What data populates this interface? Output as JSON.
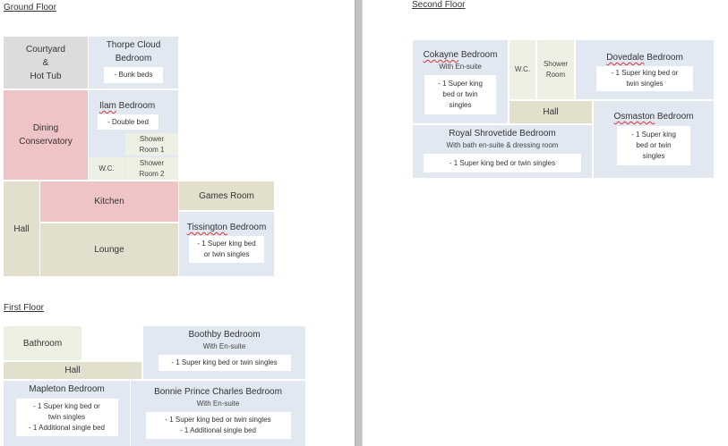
{
  "floors": {
    "ground": {
      "title": "Ground Floor",
      "courtyard": {
        "name": "Courtyard\n&\nHot Tub"
      },
      "thorpe": {
        "name": "Thorpe Cloud\nBedroom",
        "beds": "- Bunk beds"
      },
      "dining": {
        "name": "Dining\nConservatory"
      },
      "ilam": {
        "name": "Ilam Bedroom",
        "beds": "- Double bed"
      },
      "shower1": {
        "name": "Shower\nRoom 1"
      },
      "wc": {
        "name": "W.C."
      },
      "shower2": {
        "name": "Shower\nRoom 2"
      },
      "hall": {
        "name": "Hall"
      },
      "kitchen": {
        "name": "Kitchen"
      },
      "games": {
        "name": "Games Room"
      },
      "lounge": {
        "name": "Lounge"
      },
      "tissington": {
        "name": "Tissington Bedroom",
        "beds": "- 1 Super king bed\nor twin singles"
      }
    },
    "first": {
      "title": "First Floor",
      "bathroom": {
        "name": "Bathroom"
      },
      "hall": {
        "name": "Hall"
      },
      "boothby": {
        "name": "Boothby Bedroom",
        "sub": "With En-suite",
        "beds": "- 1 Super king bed or twin singles"
      },
      "mapleton": {
        "name": "Mapleton Bedroom",
        "beds": "- 1 Super king bed or\ntwin singles\n- 1 Additional single bed"
      },
      "bonnie": {
        "name": "Bonnie Prince Charles Bedroom",
        "sub": "With En-suite",
        "beds": "- 1 Super king bed or twin singles\n- 1 Additional single bed"
      }
    },
    "second": {
      "title": "Second Floor",
      "cokayne": {
        "name": "Cokayne Bedroom",
        "sub": "With En-suite",
        "beds": "- 1 Super king\nbed or twin\nsingles"
      },
      "wc": {
        "name": "W.C."
      },
      "shower": {
        "name": "Shower\nRoom"
      },
      "dovedale": {
        "name": "Dovedale Bedroom",
        "beds": "- 1 Super king bed or\ntwin singles"
      },
      "hall": {
        "name": "Hall"
      },
      "osmaston": {
        "name": "Osmaston Bedroom",
        "beds": "- 1 Super king\nbed or twin\nsingles"
      },
      "royal": {
        "name": "Royal Shrovetide Bedroom",
        "sub": "With bath en-suite & dressing room",
        "beds": "- 1 Super king bed or twin singles"
      }
    }
  }
}
